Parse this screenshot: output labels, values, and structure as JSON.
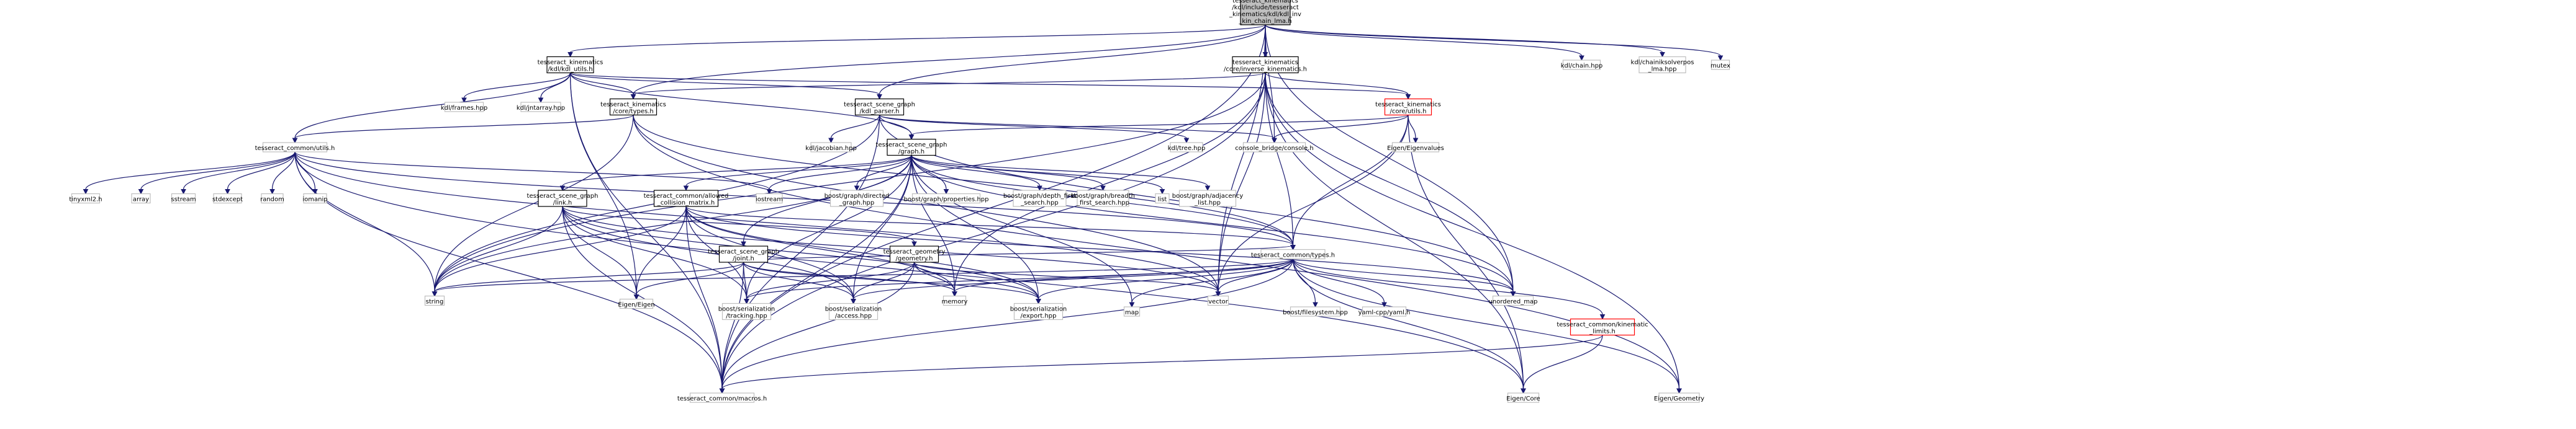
{
  "colors": {
    "edge": "#191970",
    "node_border": "#000000",
    "node_missing_border": "#bfbfbf",
    "node_red_border": "#ff0000",
    "root_fill": "#bfbfbf",
    "node_fill": "#ffffff"
  },
  "nodes": {
    "root": [
      "tesseract_kinematics",
      "/kdl/include/tesseract",
      "_kinematics/kdl/kdl_inv",
      "_kin_chain_lma.h"
    ],
    "kdl_utils": [
      "tesseract_kinematics",
      "/kdl/kdl_utils.h"
    ],
    "inverse_kin": [
      "tesseract_kinematics",
      "/core/inverse_kinematics.h"
    ],
    "kdl_chain": [
      "kdl/chain.hpp"
    ],
    "kdl_chainiksolver": [
      "kdl/chainiksolverpos",
      "_lma.hpp"
    ],
    "mutex": [
      "mutex"
    ],
    "kdl_frames": [
      "kdl/frames.hpp"
    ],
    "kdl_jntarray": [
      "kdl/jntarray.hpp"
    ],
    "core_types": [
      "tesseract_kinematics",
      "/core/types.h"
    ],
    "kdl_parser": [
      "tesseract_scene_graph",
      "/kdl_parser.h"
    ],
    "core_utils": [
      "tesseract_kinematics",
      "/core/utils.h"
    ],
    "common_utils": [
      "tesseract_common/utils.h"
    ],
    "kdl_jacobian": [
      "kdl/jacobian.hpp"
    ],
    "scene_graph": [
      "tesseract_scene_graph",
      "/graph.h"
    ],
    "kdl_tree": [
      "kdl/tree.hpp"
    ],
    "console": [
      "console_bridge/console.h"
    ],
    "eigen_values": [
      "Eigen/Eigenvalues"
    ],
    "tinyxml2": [
      "tinyxml2.h"
    ],
    "array": [
      "array"
    ],
    "sstream": [
      "sstream"
    ],
    "stdexcept": [
      "stdexcept"
    ],
    "random": [
      "random"
    ],
    "iomanip": [
      "iomanip"
    ],
    "iostream": [
      "iostream"
    ],
    "sg_link": [
      "tesseract_scene_graph",
      "/link.h"
    ],
    "acm": [
      "tesseract_common/allowed",
      "_collision_matrix.h"
    ],
    "directed_graph": [
      "boost/graph/directed",
      "_graph.hpp"
    ],
    "properties": [
      "boost/graph/properties.hpp"
    ],
    "dfs": [
      "boost/graph/depth_first",
      "_search.hpp"
    ],
    "bfs": [
      "boost/graph/breadth",
      "_first_search.hpp"
    ],
    "list": [
      "list"
    ],
    "adjacency": [
      "boost/graph/adjacency",
      "_list.hpp"
    ],
    "sg_joint": [
      "tesseract_scene_graph",
      "/joint.h"
    ],
    "geometry": [
      "tesseract_geometry",
      "/geometry.h"
    ],
    "common_types": [
      "tesseract_common/types.h"
    ],
    "string": [
      "string"
    ],
    "eigen_eigen": [
      "Eigen/Eigen"
    ],
    "tracking": [
      "boost/serialization",
      "/tracking.hpp"
    ],
    "access": [
      "boost/serialization",
      "/access.hpp"
    ],
    "memory": [
      "memory"
    ],
    "export": [
      "boost/serialization",
      "/export.hpp"
    ],
    "map": [
      "map"
    ],
    "vector": [
      "vector"
    ],
    "filesystem": [
      "boost/filesystem.hpp"
    ],
    "yaml": [
      "yaml-cpp/yaml.h"
    ],
    "unordered_map": [
      "unordered_map"
    ],
    "kin_limits": [
      "tesseract_common/kinematic",
      "_limits.h"
    ],
    "macros": [
      "tesseract_common/macros.h"
    ],
    "eigen_core": [
      "Eigen/Core"
    ],
    "eigen_geometry": [
      "Eigen/Geometry"
    ]
  }
}
